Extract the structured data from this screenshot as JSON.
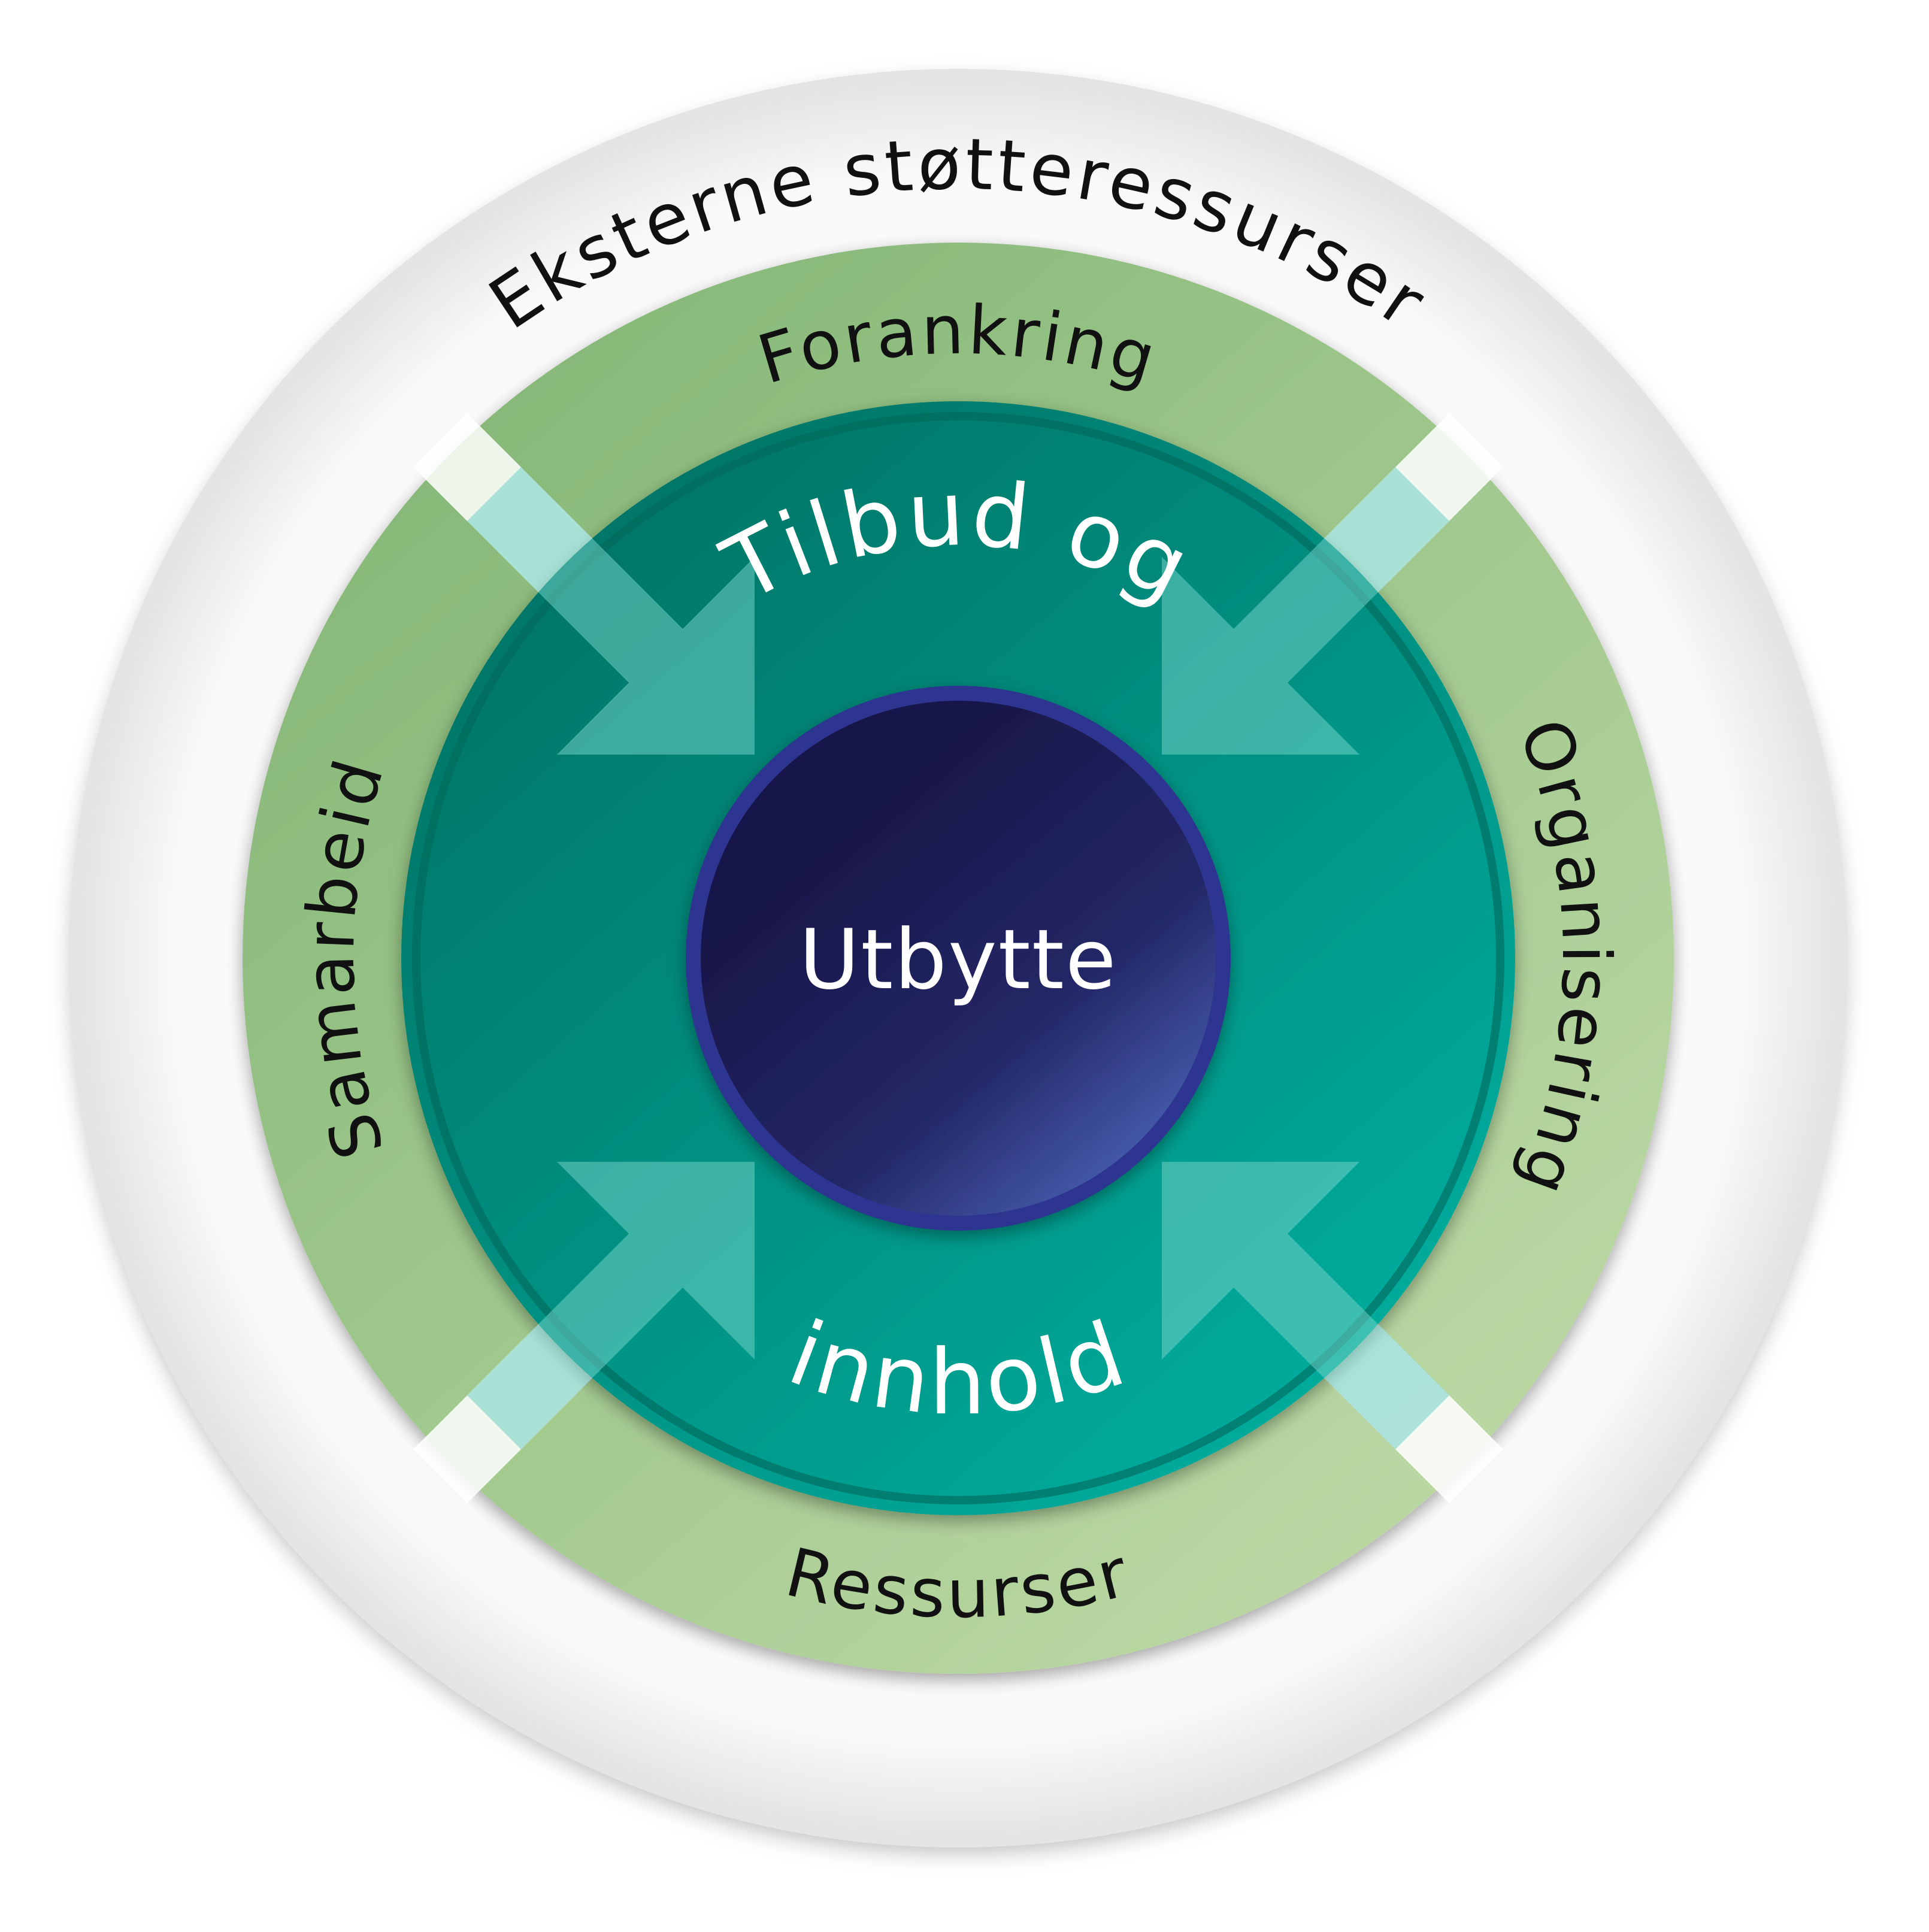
{
  "outer_ring": {
    "label": "Eksterne støtteressurser"
  },
  "green_ring": {
    "top": "Forankring",
    "right": "Organisering",
    "bottom": "Ressurser",
    "left": "Samarbeid"
  },
  "teal_ring": {
    "top": "Tilbud og",
    "bottom": "innhold"
  },
  "center": {
    "label": "Utbytte"
  },
  "colors": {
    "outer_white": "#ffffff",
    "green_ring_light": "#b6d49c",
    "green_ring_dark": "#86b878",
    "teal_ring_light": "#00a899",
    "teal_ring_dark": "#007a6a",
    "center_dark": "#1a1a4f",
    "center_light": "#4a63b6",
    "arrow": "#6fd0c4"
  }
}
